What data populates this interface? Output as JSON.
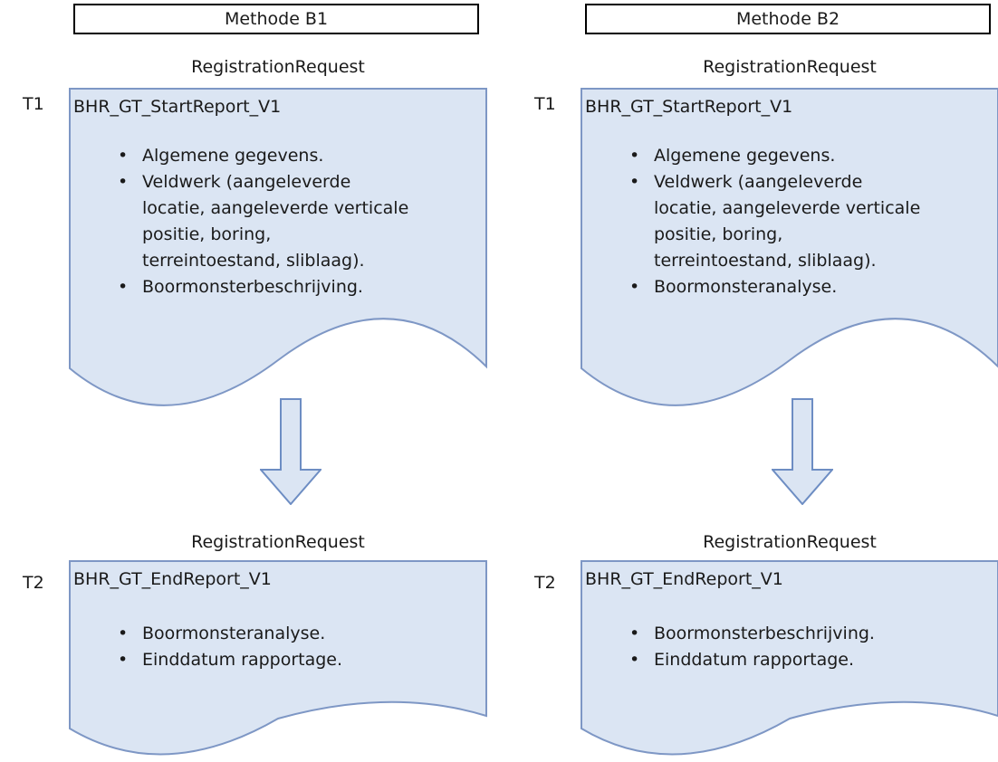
{
  "colors": {
    "doc_fill": "#dbe5f3",
    "doc_border": "#7e97c5",
    "arrow_fill": "#dbe5f3",
    "arrow_border": "#6d8dc3",
    "box_border": "#000000",
    "box_fill": "#ffffff",
    "text": "#1a1a1a"
  },
  "diagram": {
    "columns": [
      {
        "header": "Methode B1",
        "steps": [
          {
            "time_label": "T1",
            "request_label": "RegistrationRequest",
            "title": "BHR_GT_StartReport_V1",
            "bullets": [
              "Algemene gegevens.",
              "Veldwerk (aangeleverde locatie, aangeleverde verticale positie, boring, terreintoestand, sliblaag).",
              "Boormonsterbeschrijving."
            ]
          },
          {
            "time_label": "T2",
            "request_label": "RegistrationRequest",
            "title": "BHR_GT_EndReport_V1",
            "bullets": [
              "Boormonsteranalyse.",
              "Einddatum rapportage."
            ]
          }
        ]
      },
      {
        "header": "Methode B2",
        "steps": [
          {
            "time_label": "T1",
            "request_label": "RegistrationRequest",
            "title": "BHR_GT_StartReport_V1",
            "bullets": [
              "Algemene gegevens.",
              "Veldwerk (aangeleverde locatie, aangeleverde verticale positie, boring, terreintoestand, sliblaag).",
              "Boormonsteranalyse."
            ]
          },
          {
            "time_label": "T2",
            "request_label": "RegistrationRequest",
            "title": "BHR_GT_EndReport_V1",
            "bullets": [
              "Boormonsterbeschrijving.",
              "Einddatum rapportage."
            ]
          }
        ]
      }
    ]
  }
}
